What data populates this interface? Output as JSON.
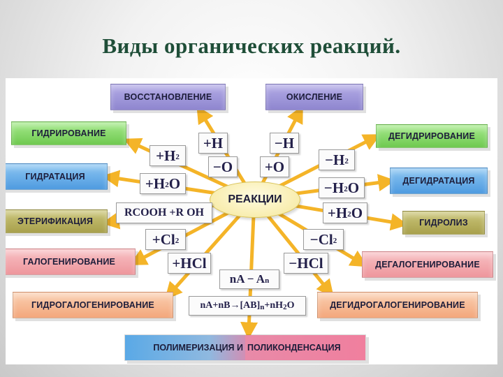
{
  "title": "Виды органических реакций.",
  "center": "РЕАКЦИИ",
  "boxes": {
    "vosstanovlenie": "ВОССТАНОВЛЕНИЕ",
    "okislenie": "ОКИСЛЕНИЕ",
    "gidrirovanie": "ГИДРИРОВАНИЕ",
    "degidrirovanie": "ДЕГИДРИРОВАНИЕ",
    "gidratatsiya": "ГИДРАТАЦИЯ",
    "degidratatsiya": "ДЕГИДРАТАЦИЯ",
    "eterifikatsiya": "ЭТЕРИФИКАЦИЯ",
    "gidroliz": "ГИДРОЛИЗ",
    "galogenirovanie": "ГАЛОГЕНИРОВАНИЕ",
    "degalogenirovanie": "ДЕГАЛОГЕНИРОВАНИЕ",
    "gidrogalogenirovanie": "ГИДРОГАЛОГЕНИРОВАНИЕ",
    "degidrogalogenirovanie": "ДЕГИДРОГАЛОГЕНИРОВАНИЕ",
    "polimerizatsiya": "ПОЛИМЕРИЗАЦИЯ И",
    "polikondensatsiya": "ПОЛИКОНДЕНСАЦИЯ"
  },
  "formulas": {
    "plus_h": "+H",
    "minus_o": "−O",
    "minus_h": "−H",
    "plus_o": "+O",
    "plus_h2_main": "+H",
    "plus_h2_sub": "2",
    "minus_h2_main": "−H",
    "minus_h2_sub": "2",
    "plus_h2o_a": "+H",
    "plus_h2o_sub": "2",
    "plus_h2o_b": "O",
    "minus_h2o_a": "−H",
    "minus_h2o_sub": "2",
    "minus_h2o_b": "O",
    "plus_h2o2_a": "+H",
    "plus_h2o2_sub": "2",
    "plus_h2o2_b": "O",
    "rcooh": "RCOOH +R OH",
    "plus_cl2_main": "+Cl",
    "plus_cl2_sub": "2",
    "minus_cl2_main": "−Cl",
    "minus_cl2_sub": "2",
    "plus_hcl": "+HCl",
    "minus_hcl": "−HCl",
    "na_main": "nA − A",
    "na_sub": "n",
    "poly_a": "nA+nB→[AB]",
    "poly_sub": "n",
    "poly_b": "+nH",
    "poly_sub2": "2",
    "poly_c": "O"
  },
  "colors": {
    "ray": "#f4b428",
    "purple": "#9b93d6",
    "green": "#7fd35e",
    "blue": "#5ea8e8",
    "olive": "#b4ae58",
    "pink": "#f2a2a8",
    "salmon": "#f6b48d"
  }
}
